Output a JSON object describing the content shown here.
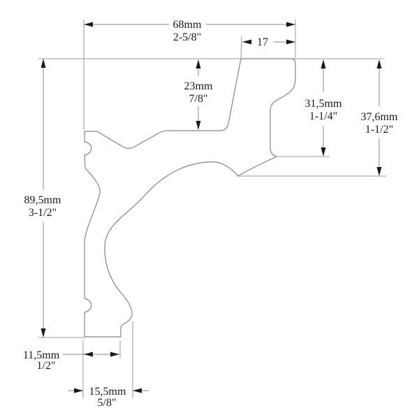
{
  "title": "Cornice molding profile drawing",
  "colors": {
    "background": "#ffffff",
    "extension_line": "#9a9a9a",
    "profile_line": "#848484",
    "arrow": "#1a1a1a",
    "text": "#1a1a1a"
  },
  "dimensions": {
    "overall_width": {
      "mm": "68mm",
      "inch": "2-5/8\""
    },
    "top_face": {
      "mm": "17"
    },
    "back_depth": {
      "mm": "23mm",
      "inch": "7/8\""
    },
    "right_step": {
      "mm": "31,5mm",
      "inch": "1-1/4\""
    },
    "right_total": {
      "mm": "37,6mm",
      "inch": "1-1/2\""
    },
    "overall_height": {
      "mm": "89,5mm",
      "inch": "3-1/2\""
    },
    "foot_bottom": {
      "mm": "11,5mm",
      "inch": "1/2\""
    },
    "foot_width": {
      "mm": "15,5mm",
      "inch": "5/8\""
    }
  }
}
